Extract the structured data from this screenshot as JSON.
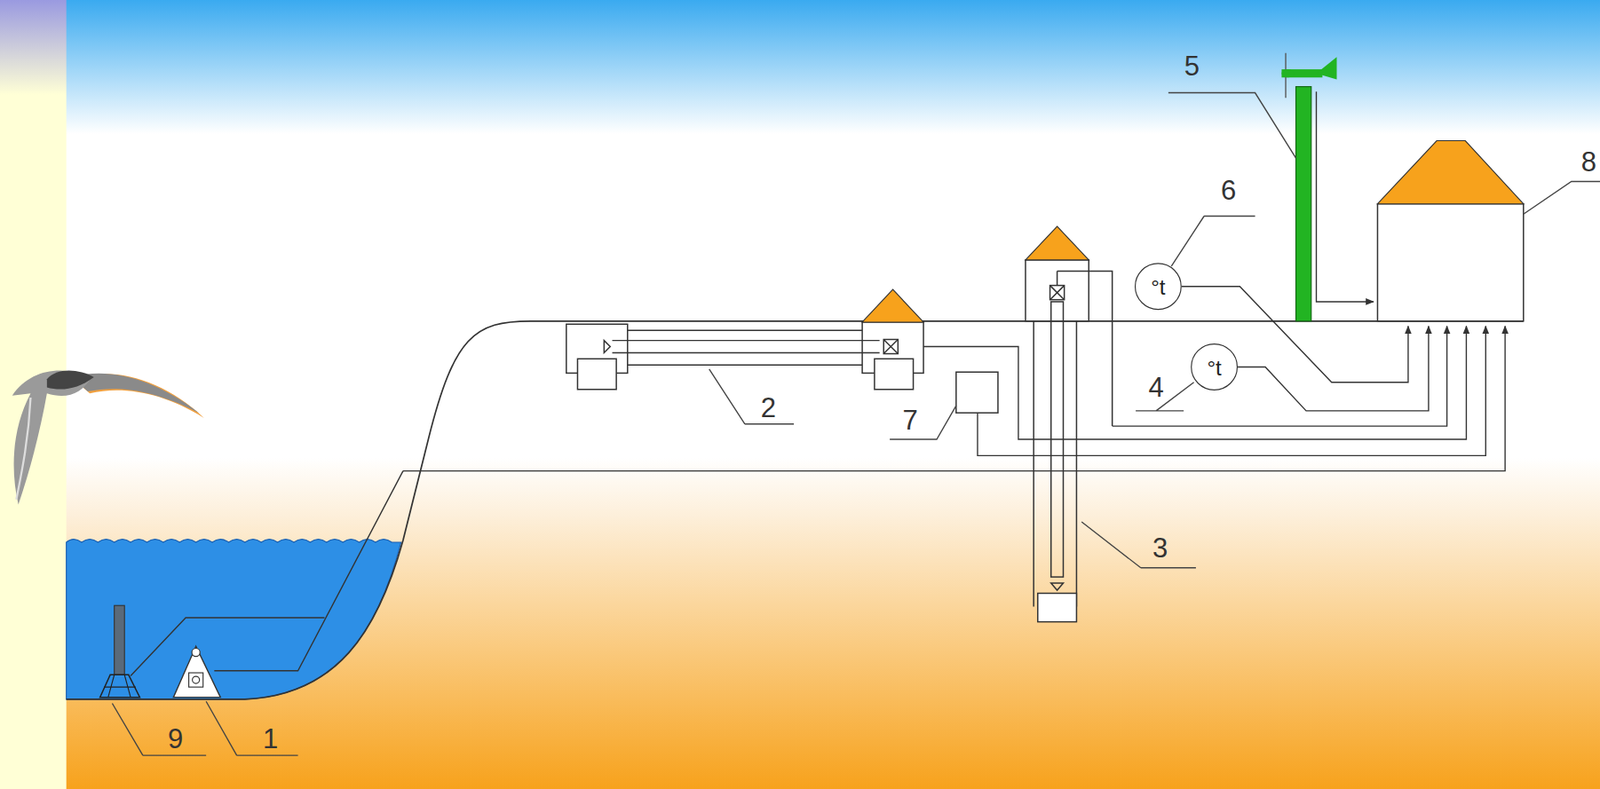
{
  "diagram": {
    "nodes": [
      {
        "text": [
          "°t"
        ]
      },
      {
        "text": [
          "°t"
        ]
      }
    ],
    "labels": [
      "5",
      "6",
      "8",
      "2",
      "7",
      "4",
      "3",
      "9",
      "1"
    ]
  }
}
